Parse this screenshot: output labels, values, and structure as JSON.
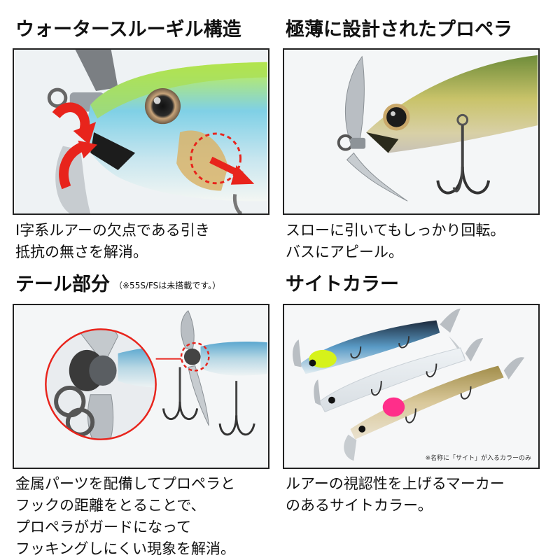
{
  "panels": [
    {
      "heading": "ウォータースルーギル構造",
      "caption": [
        "I字系ルアーの欠点である引き",
        "抵抗の無さを解消。"
      ]
    },
    {
      "heading": "極薄に設計されたプロペラ",
      "caption": [
        "スローに引いてもしっかり回転。",
        "バスにアピール。"
      ]
    },
    {
      "heading": "テール部分",
      "heading_note": "（※55S/FSは未搭載です。）",
      "caption": [
        "金属パーツを配備してプロペラと",
        "フックの距離をとることで、",
        "プロペラがガードになって",
        "フッキングしにくい現象を解消。"
      ]
    },
    {
      "heading": "サイトカラー",
      "image_note": "※名称に「サイト」が入るカラーのみ",
      "caption": [
        "ルアーの視認性を上げるマーカー",
        "のあるサイトカラー。"
      ]
    }
  ],
  "colors": {
    "arrow_red": "#e8241c",
    "frame_border": "#222222",
    "sight_pink": "#ff2e8a",
    "sight_yellow": "#d6f21a"
  }
}
